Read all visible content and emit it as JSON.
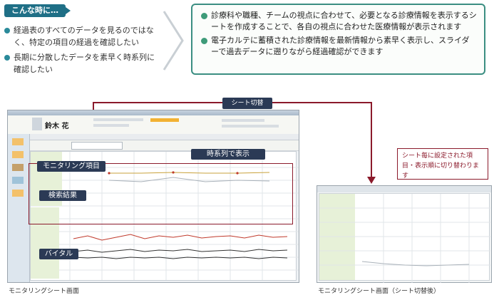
{
  "when_panel": {
    "badge": "こんな時に…",
    "needs": [
      "経過表のすべてのデータを見るのではなく、特定の項目の経過を確認したい",
      "長期に分散したデータを素早く時系列に確認したい"
    ]
  },
  "description": {
    "items": [
      "診療科や職種、チームの視点に合わせて、必要となる診療情報を表示するシートを作成することで、各自の視点に合わせた医療情報が表示されます",
      "電子カルテに蓄積された診療情報を最新情報から素早く表示し、スライダーで過去データに遡りながら経過確認ができます"
    ]
  },
  "sheet_switch_label": "シート切替",
  "main_screen": {
    "labels": {
      "monitoring_items": "モニタリング項目",
      "time_series": "時系列で表示",
      "search_results": "検索結果",
      "vitals": "バイタル"
    },
    "patient_name": "鈴木 花",
    "caption": "モニタリングシート画面"
  },
  "switched_screen": {
    "callout": "シート毎に設定された項目・表示順に切り替わります",
    "caption": "モニタリングシート画面（シート切替後）"
  },
  "colors": {
    "accent_teal": "#1f6f86",
    "green_border": "#3b8e82",
    "highlight_red": "#8b1a2b",
    "navy_label": "#2b3a55"
  }
}
